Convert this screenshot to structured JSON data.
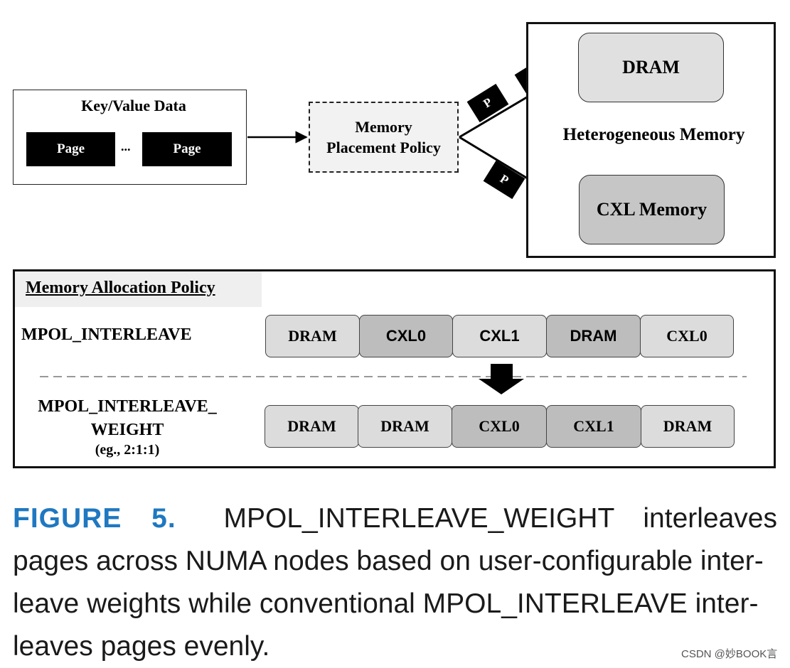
{
  "top": {
    "kv_title": "Key/Value Data",
    "page_label_1": "Page",
    "ellipsis": "...",
    "page_label_2": "Page",
    "policy_line1": "Memory",
    "policy_line2": "Placement Policy",
    "arrow_tag": "P",
    "dram": "DRAM",
    "hetero": "Heterogeneous Memory",
    "cxl": "CXL Memory"
  },
  "bottom": {
    "title": "Memory Allocation Policy",
    "mpol1": "MPOL_INTERLEAVE",
    "mpol2_line1": "MPOL_INTERLEAVE_",
    "mpol2_line2": "WEIGHT",
    "mpol2_sub": "(eg., 2:1:1)",
    "row1": [
      "DRAM",
      "CXL0",
      "CXL1",
      "DRAM",
      "CXL0"
    ],
    "row2": [
      "DRAM",
      "DRAM",
      "CXL0",
      "CXL1",
      "DRAM"
    ]
  },
  "caption": {
    "fig_label": "FIGURE 5.",
    "line1_rest": "MPOL_INTERLEAVE_WEIGHT interleaves",
    "line2": "pages across NUMA nodes based on user-configurable inter-",
    "line3": "leave weights while conventional MPOL_INTERLEAVE inter-",
    "line4": "leaves pages evenly."
  },
  "watermark": "CSDN @妙BOOK言",
  "colors": {
    "figure_label": "#1f78c0",
    "light_cell": "#dcdcdc",
    "dark_cell": "#bdbdbd"
  }
}
